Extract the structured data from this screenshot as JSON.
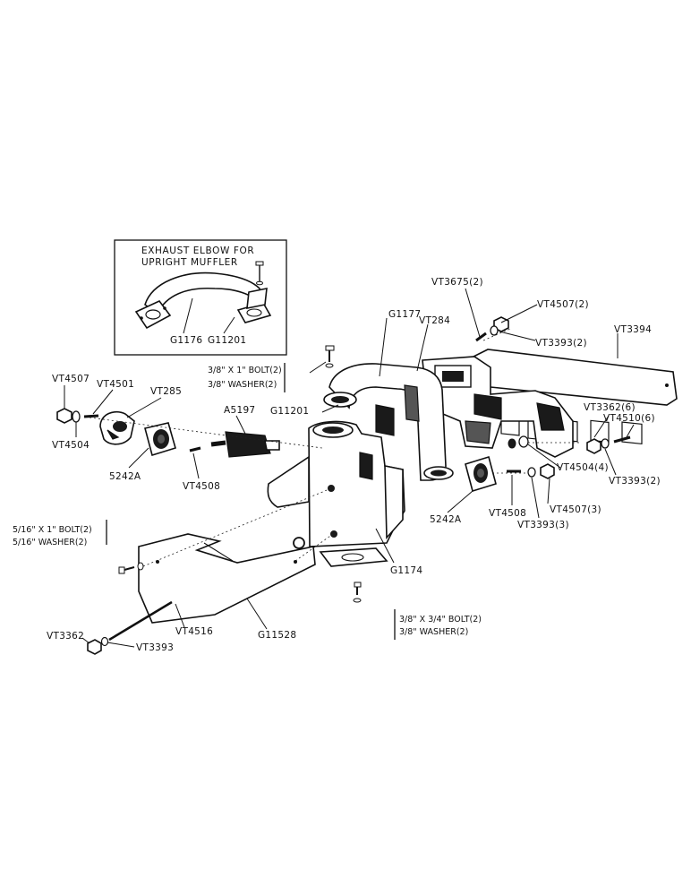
{
  "inset": {
    "title_line1": "EXHAUST ELBOW FOR",
    "title_line2": "UPRIGHT MUFFLER",
    "elbow_part": "G1176",
    "gasket_part": "G11201"
  },
  "labels": {
    "vt3675": "VT3675(2)",
    "vt4507_2": "VT4507(2)",
    "vt3394": "VT3394",
    "vt3393_2a": "VT3393(2)",
    "g1177": "G1177",
    "vt284": "VT284",
    "bolt_top_a": "3/8\" X 1\" BOLT(2)",
    "bolt_top_b": "3/8\" WASHER(2)",
    "g11201": "G11201",
    "vt4507": "VT4507",
    "vt4501": "VT4501",
    "vt285": "VT285",
    "a5197": "A5197",
    "vt4504": "VT4504",
    "p5242a_left": "5242A",
    "vt4508_left": "VT4508",
    "vt3362_6": "VT3362(6)",
    "vt4510_6": "VT4510(6)",
    "vt4504_4": "VT4504(4)",
    "vt3393_2b": "VT3393(2)",
    "vt4507_3": "VT4507(3)",
    "vt4508_right": "VT4508",
    "vt3393_3": "VT3393(3)",
    "p5242a_right": "5242A",
    "bolt_left_a": "5/16\" X 1\" BOLT(2)",
    "bolt_left_b": "5/16\" WASHER(2)",
    "g1174": "G1174",
    "bolt_bot_a": "3/8\" X 3/4\" BOLT(2)",
    "bolt_bot_b": "3/8\" WASHER(2)",
    "vt4516": "VT4516",
    "g11528": "G11528",
    "vt3362": "VT3362",
    "vt3393": "VT3393"
  }
}
